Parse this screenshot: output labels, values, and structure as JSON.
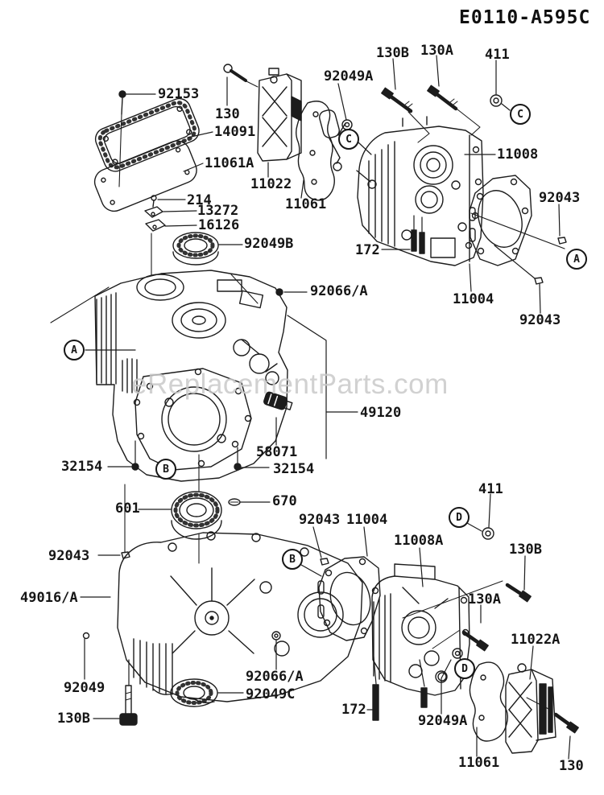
{
  "title": "E0110-A595C",
  "watermark": "eReplacementParts.com",
  "colors": {
    "ink": "#1c1c1c",
    "label": "#161616",
    "watermark": "#c9c9c9",
    "background": "#ffffff"
  },
  "labels": [
    {
      "part": "92153",
      "text": "92153"
    },
    {
      "part": "130-top",
      "text": "130"
    },
    {
      "part": "14091",
      "text": "14091"
    },
    {
      "part": "11061A",
      "text": "11061A"
    },
    {
      "part": "214",
      "text": "214"
    },
    {
      "part": "13272",
      "text": "13272"
    },
    {
      "part": "16126",
      "text": "16126"
    },
    {
      "part": "92049B",
      "text": "92049B"
    },
    {
      "part": "11022",
      "text": "11022"
    },
    {
      "part": "11061-top",
      "text": "11061"
    },
    {
      "part": "92049A-top",
      "text": "92049A"
    },
    {
      "part": "130B-top",
      "text": "130B"
    },
    {
      "part": "130A-top",
      "text": "130A"
    },
    {
      "part": "411-top",
      "text": "411"
    },
    {
      "part": "11008",
      "text": "11008"
    },
    {
      "part": "92043-right-upper",
      "text": "92043"
    },
    {
      "part": "172-top",
      "text": "172"
    },
    {
      "part": "11004-top",
      "text": "11004"
    },
    {
      "part": "92043-right-lower",
      "text": "92043"
    },
    {
      "part": "92066/A-top",
      "text": "92066/A"
    },
    {
      "part": "49120",
      "text": "49120"
    },
    {
      "part": "58071",
      "text": "58071"
    },
    {
      "part": "32154-left",
      "text": "32154"
    },
    {
      "part": "32154-right",
      "text": "32154"
    },
    {
      "part": "601",
      "text": "601"
    },
    {
      "part": "670",
      "text": "670"
    },
    {
      "part": "92043-mid-left",
      "text": "92043"
    },
    {
      "part": "49016/A",
      "text": "49016/A"
    },
    {
      "part": "92049",
      "text": "92049"
    },
    {
      "part": "130B-bottom-left",
      "text": "130B"
    },
    {
      "part": "92066/A-bottom",
      "text": "92066/A"
    },
    {
      "part": "92049C",
      "text": "92049C"
    },
    {
      "part": "92043-bottom-mid",
      "text": "92043"
    },
    {
      "part": "11004-bottom",
      "text": "11004"
    },
    {
      "part": "11008A",
      "text": "11008A"
    },
    {
      "part": "411-bottom",
      "text": "411"
    },
    {
      "part": "130B-bottom-right",
      "text": "130B"
    },
    {
      "part": "130A-bottom",
      "text": "130A"
    },
    {
      "part": "11022A",
      "text": "11022A"
    },
    {
      "part": "172-bottom",
      "text": "172"
    },
    {
      "part": "92049A-bottom",
      "text": "92049A"
    },
    {
      "part": "11061-bottom",
      "text": "11061"
    },
    {
      "part": "130-bottom",
      "text": "130"
    }
  ],
  "callouts": [
    {
      "letter": "A"
    },
    {
      "letter": "A"
    },
    {
      "letter": "B"
    },
    {
      "letter": "B"
    },
    {
      "letter": "C"
    },
    {
      "letter": "C"
    },
    {
      "letter": "D"
    },
    {
      "letter": "D"
    }
  ]
}
